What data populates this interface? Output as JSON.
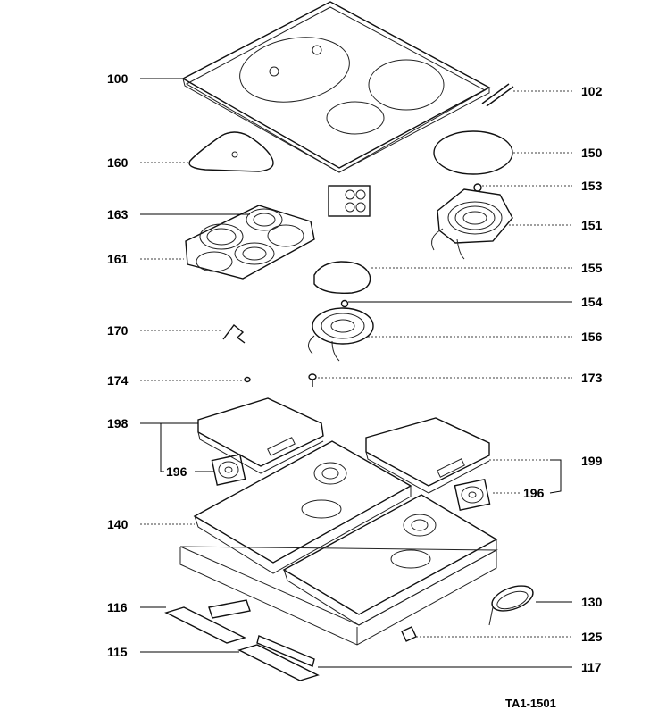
{
  "parts": {
    "p100": "100",
    "p102": "102",
    "p160": "160",
    "p150": "150",
    "p153": "153",
    "p163": "163",
    "p151": "151",
    "p161": "161",
    "p155": "155",
    "p154": "154",
    "p170": "170",
    "p156": "156",
    "p174": "174",
    "p173": "173",
    "p198": "198",
    "p199": "199",
    "p196a": "196",
    "p196b": "196",
    "p140": "140",
    "p130": "130",
    "p116": "116",
    "p125": "125",
    "p115": "115",
    "p117": "117"
  },
  "footer": {
    "code": "TA1-1501"
  }
}
